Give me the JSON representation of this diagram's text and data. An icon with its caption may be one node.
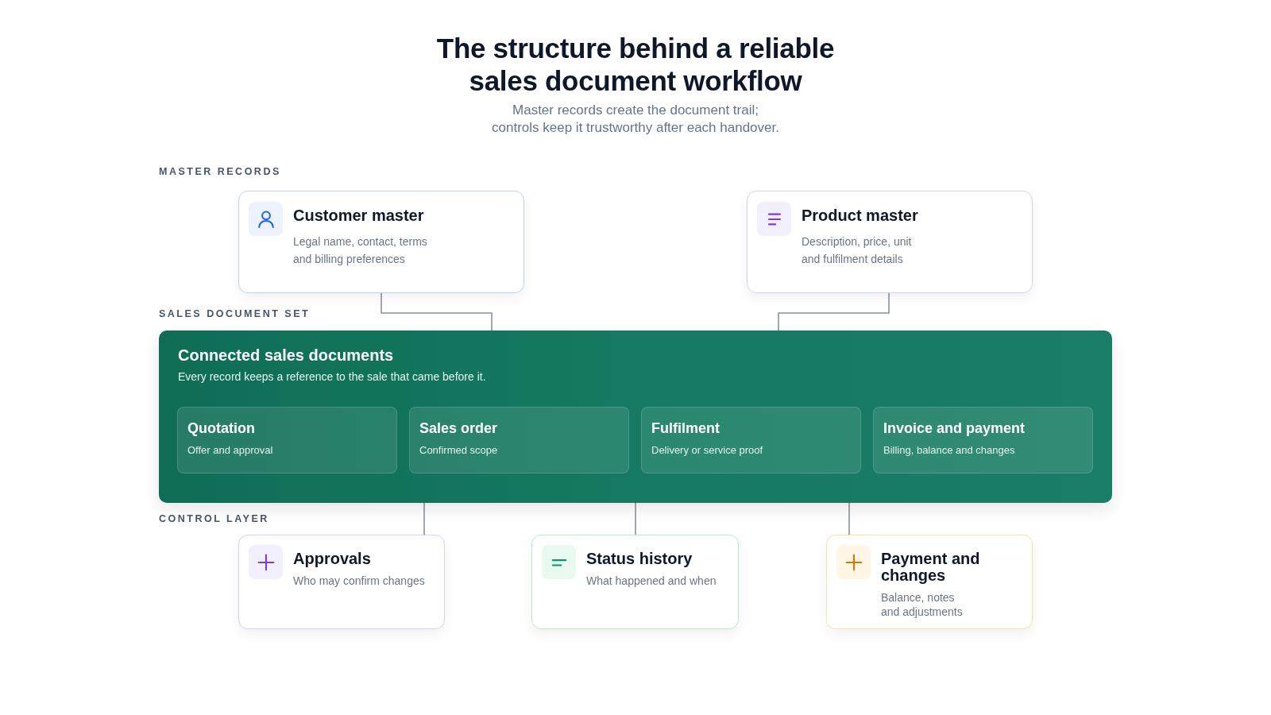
{
  "diagram": {
    "title": "The structure behind a reliable sales document workflow",
    "nodes": [
      {
        "text": [
          "Customer master",
          "Legal name, contact, terms and billing preferences"
        ]
      },
      {
        "text": [
          "Product master",
          "Description, price, unit and fulfilment details"
        ]
      },
      {
        "text": [
          "Connected sales documents",
          "Every record keeps a reference to the sale that came before it."
        ]
      },
      {
        "text": [
          "Quotation",
          "Offer and approval"
        ],
        "in": 2
      },
      {
        "text": [
          "Sales order",
          "Confirmed scope"
        ],
        "in": 2
      },
      {
        "text": [
          "Fulfilment",
          "Delivery or service proof"
        ],
        "in": 2
      },
      {
        "text": [
          "Invoice and payment",
          "Billing, balance and changes"
        ],
        "in": 2
      },
      {
        "text": [
          "Approvals",
          "Who may confirm changes"
        ]
      },
      {
        "text": [
          "Status history",
          "What happened and when"
        ]
      },
      {
        "text": [
          "Payment and changes",
          "Balance, notes and adjustments"
        ]
      }
    ],
    "edges": [
      {
        "from": 0,
        "to": 2,
        "arrow": "none"
      },
      {
        "from": 1,
        "to": 2,
        "arrow": "none"
      },
      {
        "from": 2,
        "to": 7,
        "arrow": "none"
      },
      {
        "from": 2,
        "to": 8,
        "arrow": "none"
      },
      {
        "from": 2,
        "to": 9,
        "arrow": "none"
      }
    ],
    "labels": [
      "Master records create the document trail; controls keep it trustworthy after each handover.",
      "MASTER RECORDS",
      "SALES DOCUMENT SET",
      "CONTROL LAYER"
    ]
  }
}
